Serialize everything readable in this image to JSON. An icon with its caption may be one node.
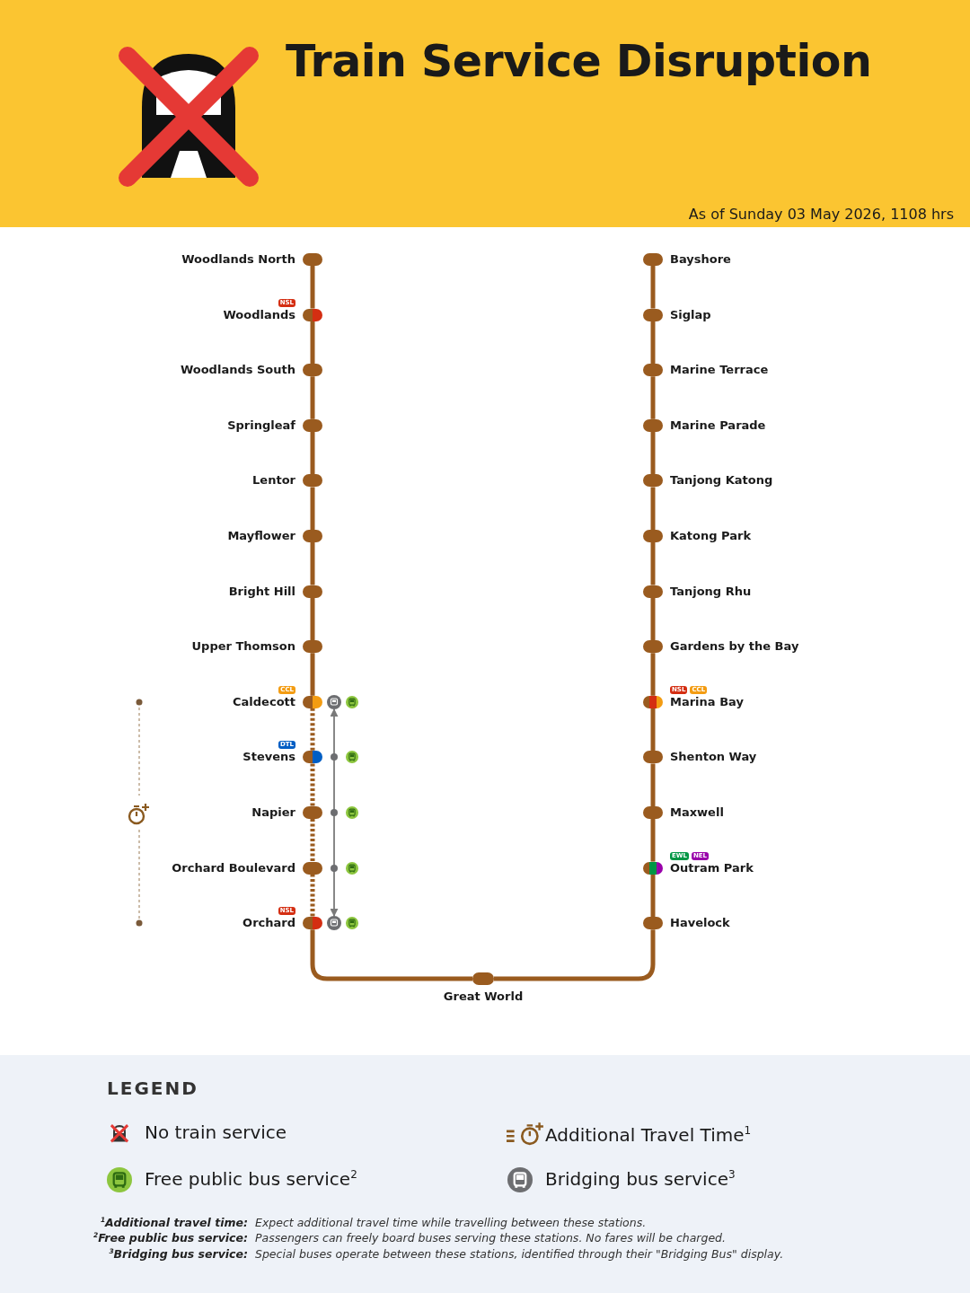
{
  "diagram": {
    "title": "Train Service Disruption",
    "nodes": [
      {
        "text": [
          "Woodlands North"
        ]
      },
      {
        "text": [
          "NSL",
          "Woodlands"
        ]
      },
      {
        "text": [
          "Woodlands South"
        ]
      },
      {
        "text": [
          "Springleaf"
        ]
      },
      {
        "text": [
          "Lentor"
        ]
      },
      {
        "text": [
          "Mayflower"
        ]
      },
      {
        "text": [
          "Bright Hill"
        ]
      },
      {
        "text": [
          "Upper Thomson"
        ]
      },
      {
        "text": [
          "CCL",
          "Caldecott"
        ]
      },
      {
        "text": [
          "DTL",
          "Stevens"
        ]
      },
      {
        "text": [
          "Napier"
        ]
      },
      {
        "text": [
          "Orchard Boulevard"
        ]
      },
      {
        "text": [
          "NSL",
          "Orchard"
        ]
      },
      {
        "text": [
          "Bayshore"
        ]
      },
      {
        "text": [
          "Siglap"
        ]
      },
      {
        "text": [
          "Marine Terrace"
        ]
      },
      {
        "text": [
          "Marine Parade"
        ]
      },
      {
        "text": [
          "Tanjong Katong"
        ]
      },
      {
        "text": [
          "Katong Park"
        ]
      },
      {
        "text": [
          "Tanjong Rhu"
        ]
      },
      {
        "text": [
          "Gardens by the Bay"
        ]
      },
      {
        "text": [
          "NSL",
          "CCL",
          "Marina Bay"
        ]
      },
      {
        "text": [
          "Shenton Way"
        ]
      },
      {
        "text": [
          "Maxwell"
        ]
      },
      {
        "text": [
          "EWL",
          "NEL",
          "Outram Park"
        ]
      },
      {
        "text": [
          "Havelock"
        ]
      },
      {
        "text": [
          "Great World"
        ]
      },
      {
        "text": [],
        "shape": "circle"
      },
      {
        "text": [],
        "shape": "circle"
      }
    ],
    "edges": [
      {
        "from": 0,
        "to": 1,
        "arrow": "none"
      },
      {
        "from": 1,
        "to": 2,
        "arrow": "none"
      },
      {
        "from": 2,
        "to": 3,
        "arrow": "none"
      },
      {
        "from": 3,
        "to": 4,
        "arrow": "none"
      },
      {
        "from": 4,
        "to": 5,
        "arrow": "none"
      },
      {
        "from": 5,
        "to": 6,
        "arrow": "none"
      },
      {
        "from": 6,
        "to": 7,
        "arrow": "none"
      },
      {
        "from": 7,
        "to": 8,
        "arrow": "none"
      },
      {
        "from": 8,
        "to": 9,
        "arrow": "none",
        "style": "dashed"
      },
      {
        "from": 9,
        "to": 10,
        "arrow": "none",
        "style": "dashed"
      },
      {
        "from": 10,
        "to": 11,
        "arrow": "none",
        "style": "dashed"
      },
      {
        "from": 11,
        "to": 12,
        "arrow": "none",
        "style": "dashed"
      },
      {
        "from": 12,
        "to": 26,
        "arrow": "none"
      },
      {
        "from": 26,
        "to": 25,
        "arrow": "none"
      },
      {
        "from": 25,
        "to": 24,
        "arrow": "none"
      },
      {
        "from": 24,
        "to": 23,
        "arrow": "none"
      },
      {
        "from": 23,
        "to": 22,
        "arrow": "none"
      },
      {
        "from": 22,
        "to": 21,
        "arrow": "none"
      },
      {
        "from": 21,
        "to": 20,
        "arrow": "none"
      },
      {
        "from": 20,
        "to": 19,
        "arrow": "none"
      },
      {
        "from": 19,
        "to": 18,
        "arrow": "none"
      },
      {
        "from": 18,
        "to": 17,
        "arrow": "none"
      },
      {
        "from": 17,
        "to": 16,
        "arrow": "none"
      },
      {
        "from": 16,
        "to": 15,
        "arrow": "none"
      },
      {
        "from": 15,
        "to": 14,
        "arrow": "none"
      },
      {
        "from": 14,
        "to": 13,
        "arrow": "none"
      },
      {
        "from": 27,
        "to": 28,
        "arrow": "both",
        "color": "#7a7a7a"
      }
    ],
    "labels": [
      "As of Sunday 03 May 2026, 1108 hrs",
      "LEGEND",
      "$^{1}$Additional travel time:",
      "Expect additional travel time while travelling between these stations.",
      "$^{2}$Free public bus service:",
      "Passengers can freely board buses serving these stations. No fares will be charged.",
      "$^{3}$Bridging bus service:",
      "Special buses operate between these stations, identified through their \"Bridging Bus\" display."
    ],
    "legend": [
      {
        "text": "No train service"
      },
      {
        "text": "Additional Travel Time$^{1}$"
      },
      {
        "text": "Free public bus service$^{2}$"
      },
      {
        "text": "Bridging bus service$^{3}$"
      }
    ]
  }
}
